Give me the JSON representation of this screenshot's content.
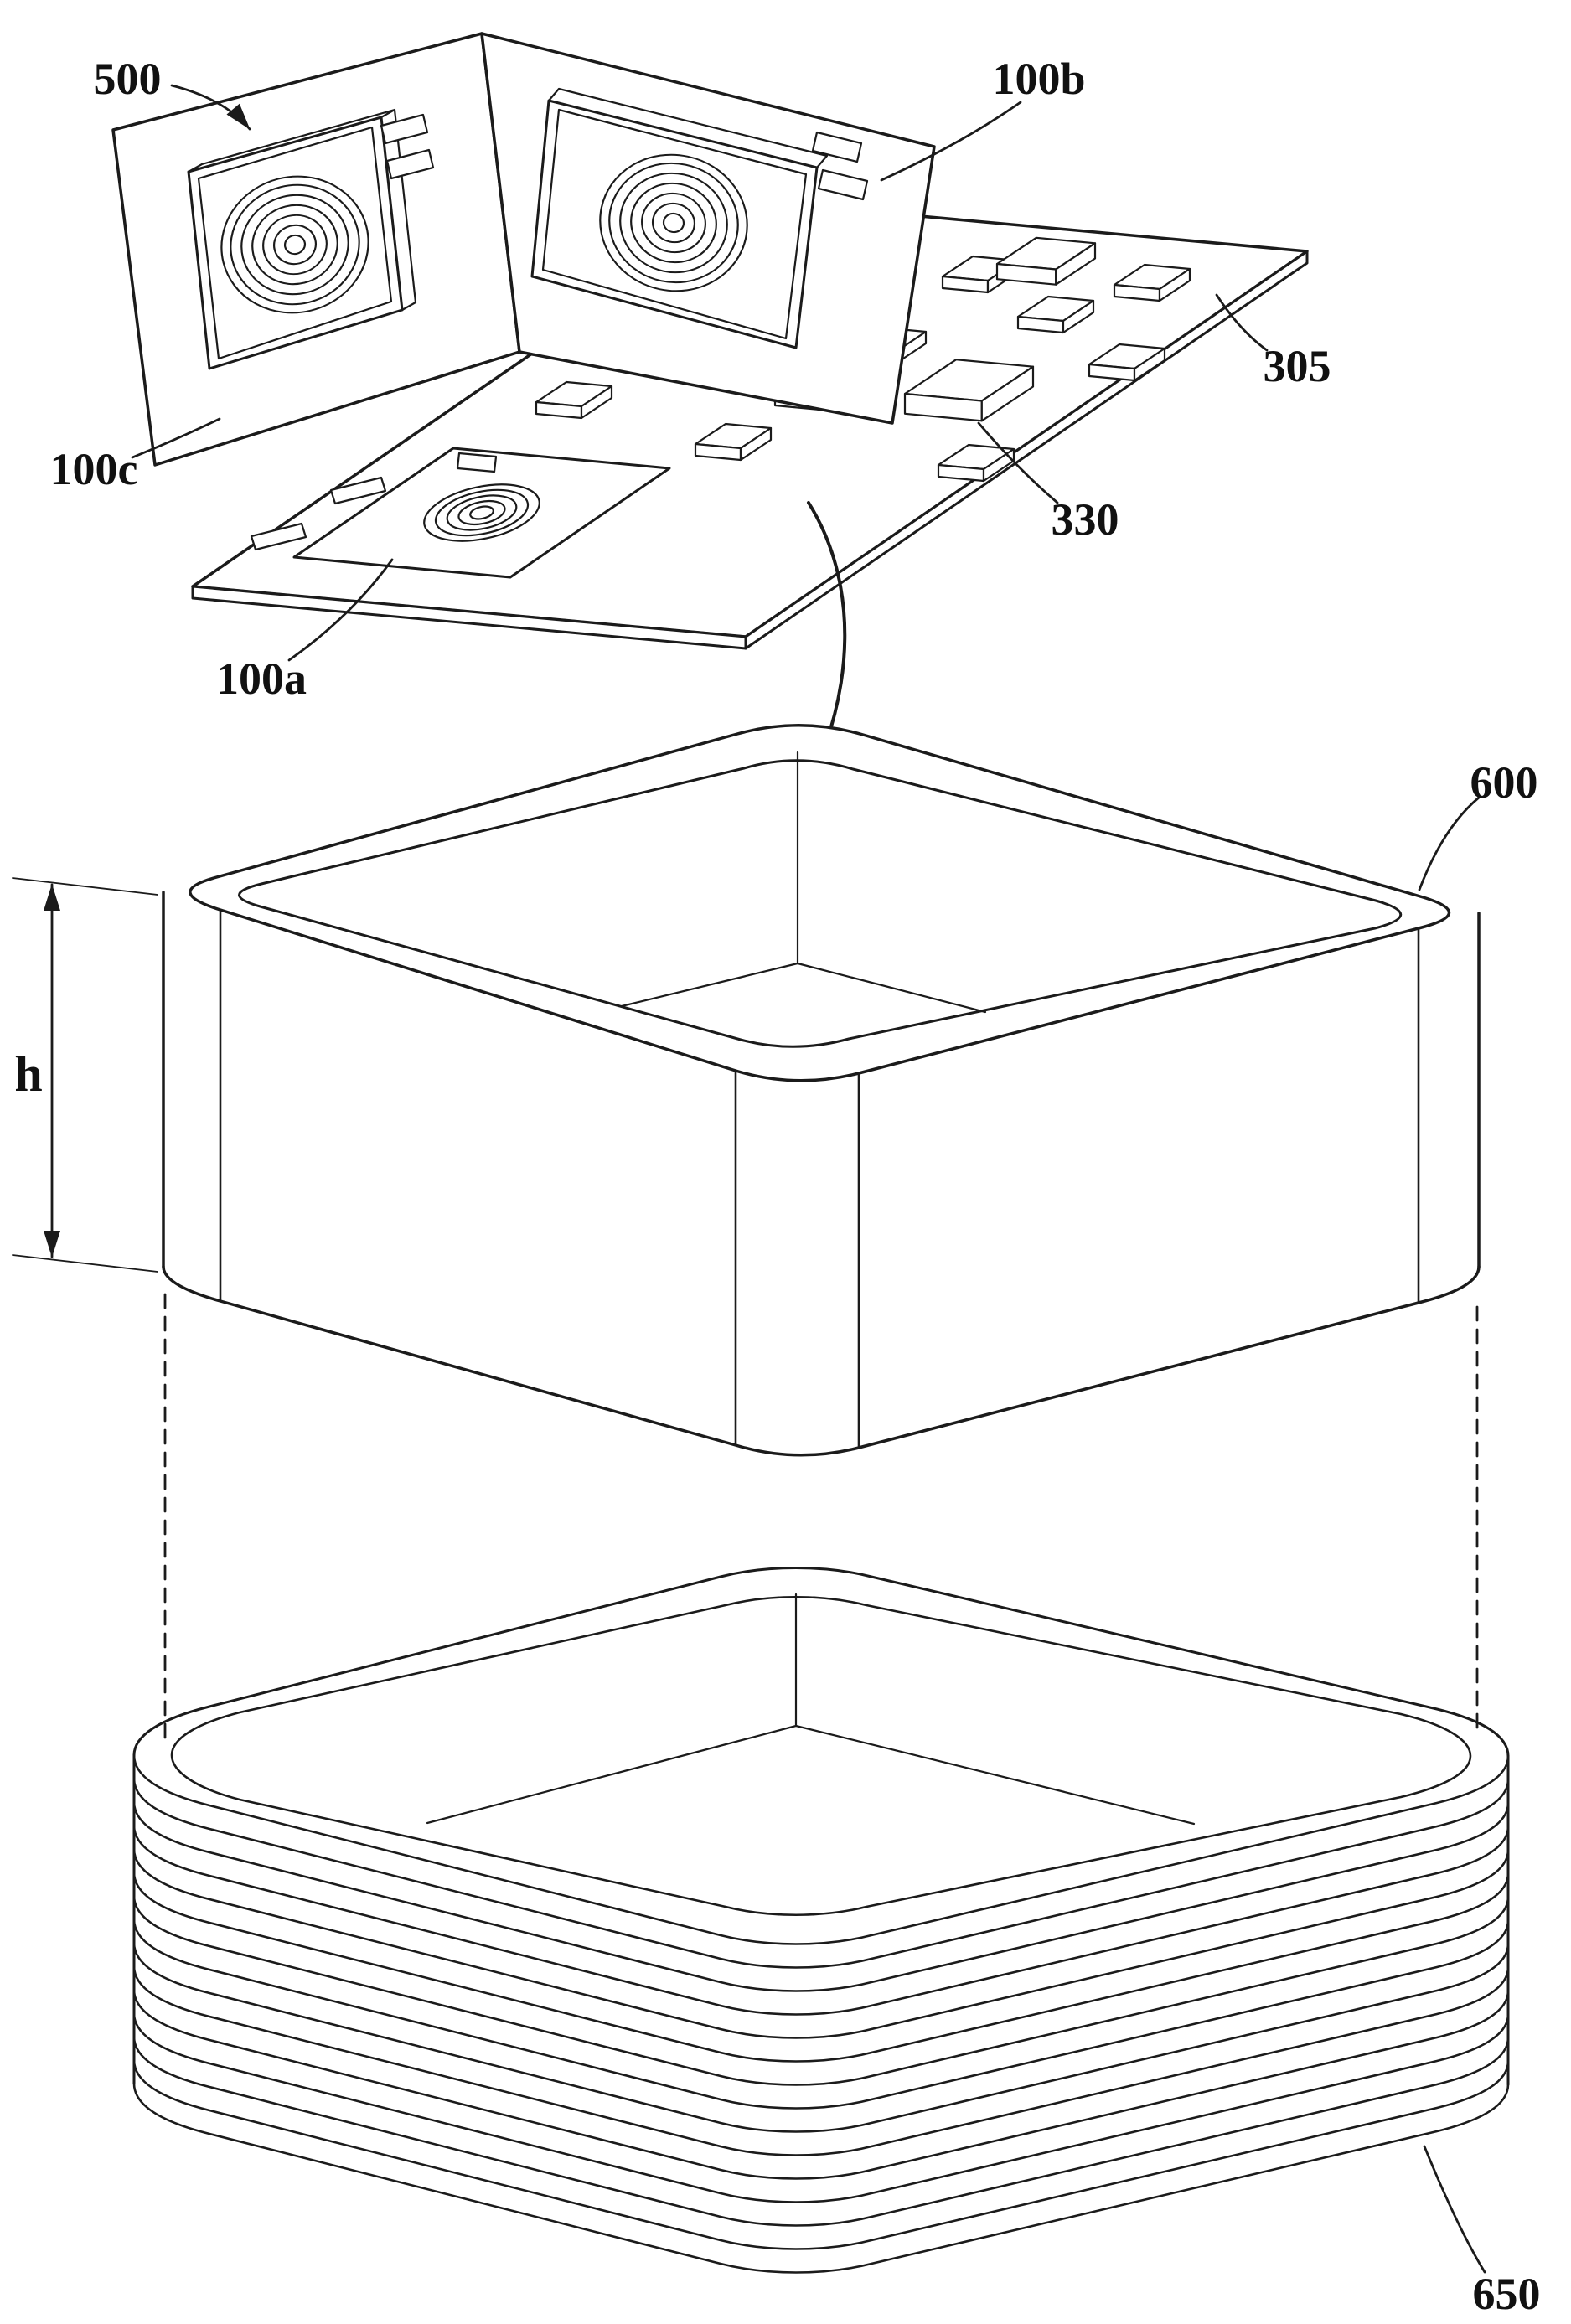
{
  "figure": {
    "kind": "patent-exploded-view-diagram",
    "background": "#ffffff",
    "line_color": "#1b1b1b",
    "labels": {
      "assembly": "500",
      "module_a": "100a",
      "module_b": "100b",
      "module_c": "100c",
      "substrate": "305",
      "components": "330",
      "case": "600",
      "height_dimension": "h",
      "coil": "650"
    }
  }
}
